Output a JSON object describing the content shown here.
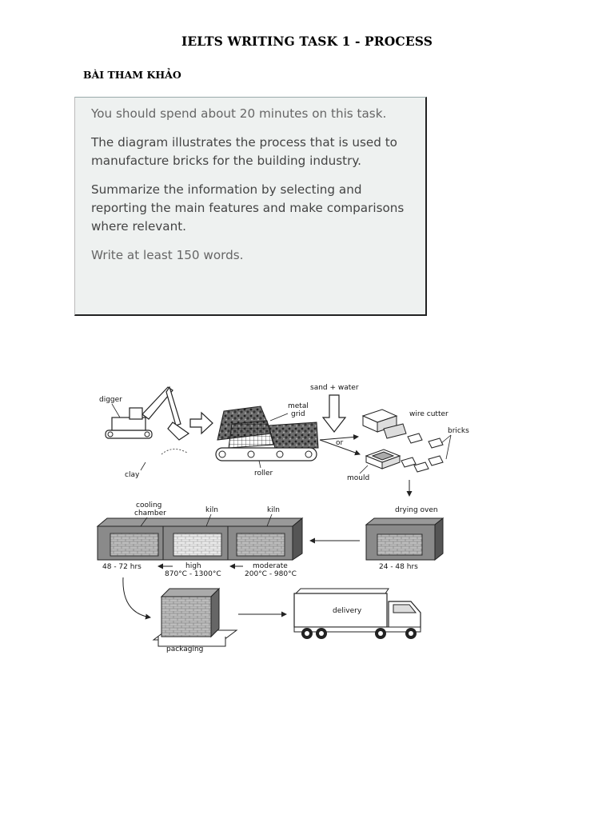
{
  "heading": {
    "title": "IELTS WRITING TASK 1 - PROCESS",
    "subtitle": "BÀI THAM KHẢO"
  },
  "task": {
    "p1": "You should spend about 20 minutes on this task.",
    "p2": "The diagram illustrates the process that is used to manufacture bricks for the building industry.",
    "p3": "Summarize the information by selecting and reporting the main features and make comparisons where relevant.",
    "p4": "Write at least 150 words."
  },
  "diagram": {
    "digger": "digger",
    "clay": "clay",
    "metal": "metal",
    "grid": "grid",
    "roller": "roller",
    "sand_water": "sand + water",
    "wire_cutter": "wire cutter",
    "or": "or",
    "bricks": "bricks",
    "mould": "mould",
    "drying_oven": "drying oven",
    "dry_time": "24 - 48 hrs",
    "cooling1": "cooling",
    "cooling2": "chamber",
    "kiln_high": "kiln",
    "kiln_mod": "kiln",
    "cool_time": "48 - 72 hrs",
    "high": "high",
    "high_temp": "870°C - 1300°C",
    "moderate": "moderate",
    "mod_temp": "200°C - 980°C",
    "packaging": "packaging",
    "delivery": "delivery"
  }
}
